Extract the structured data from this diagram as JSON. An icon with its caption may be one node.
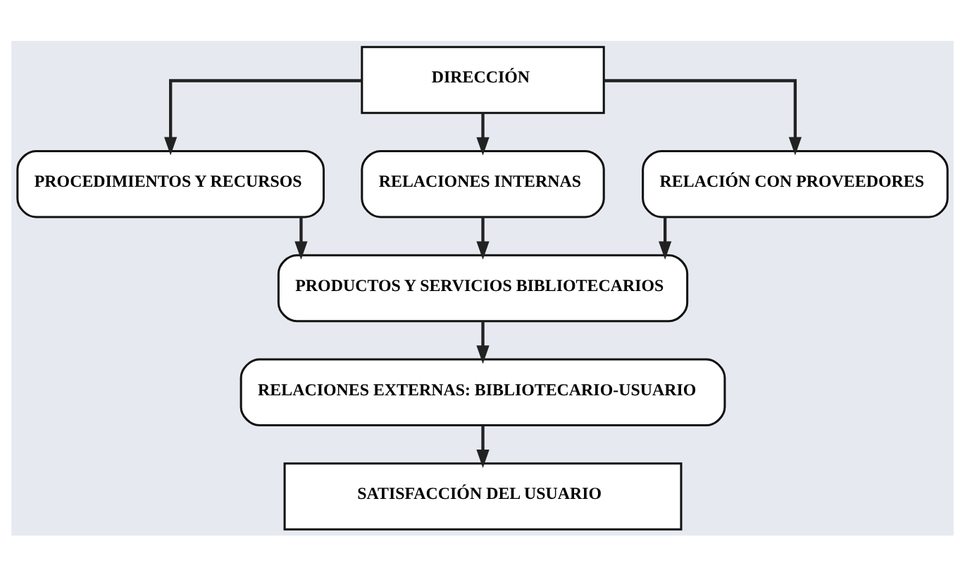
{
  "diagram": {
    "nodes": [
      {
        "text": [
          "DIRECCIÓN"
        ]
      },
      {
        "text": [
          "PROCEDIMIENTOS Y RECURSOS"
        ]
      },
      {
        "text": [
          "RELACIONES INTERNAS"
        ]
      },
      {
        "text": [
          "RELACIÓN CON PROVEEDORES"
        ]
      },
      {
        "text": [
          "PRODUCTOS Y SERVICIOS BIBLIOTECARIOS"
        ]
      },
      {
        "text": [
          "RELACIONES EXTERNAS: BIBLIOTECARIO-USUARIO"
        ]
      },
      {
        "text": [
          "SATISFACCIÓN DEL USUARIO"
        ]
      }
    ],
    "edges": [
      {
        "from": 0,
        "to": 1,
        "arrow": "to"
      },
      {
        "from": 0,
        "to": 2,
        "arrow": "to"
      },
      {
        "from": 0,
        "to": 3,
        "arrow": "to"
      },
      {
        "from": 1,
        "to": 4,
        "arrow": "to"
      },
      {
        "from": 2,
        "to": 4,
        "arrow": "to"
      },
      {
        "from": 3,
        "to": 4,
        "arrow": "to"
      },
      {
        "from": 4,
        "to": 5,
        "arrow": "to"
      },
      {
        "from": 5,
        "to": 6,
        "arrow": "to"
      }
    ]
  }
}
